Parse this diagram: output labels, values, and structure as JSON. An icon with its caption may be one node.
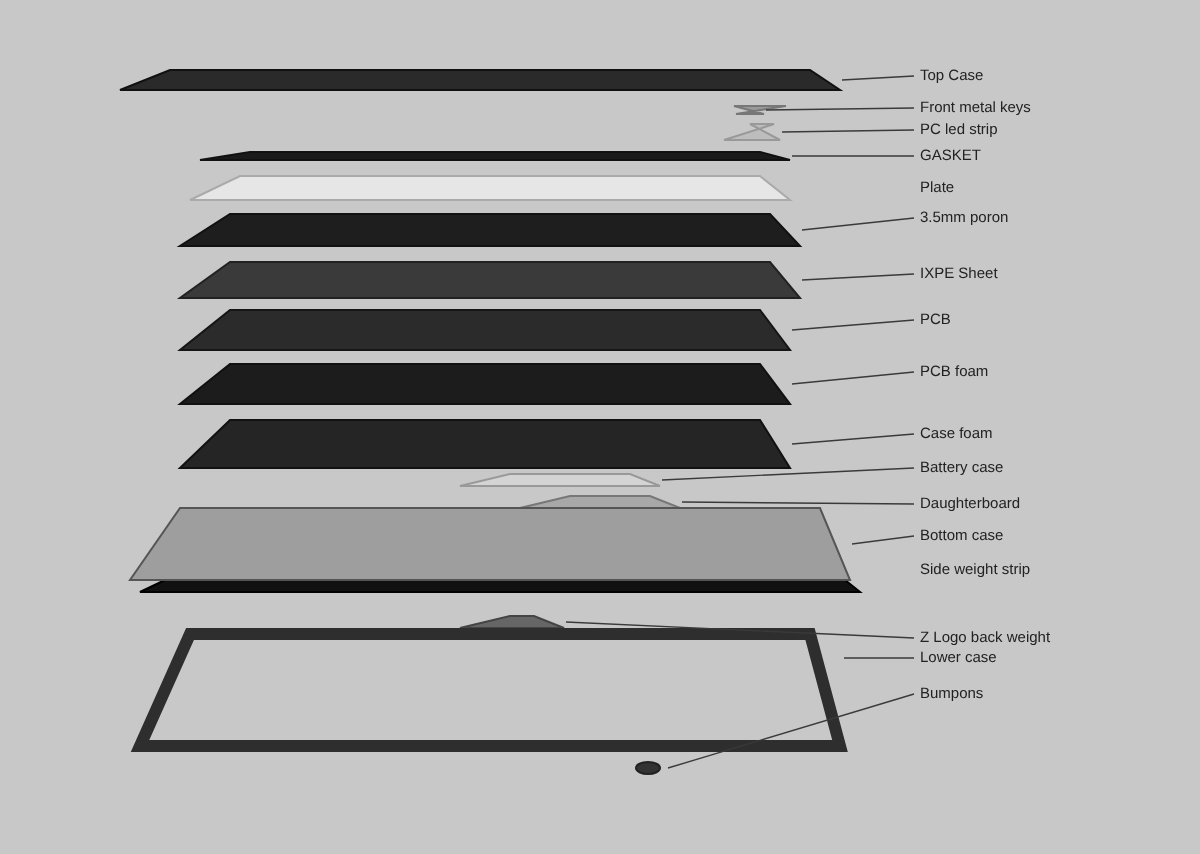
{
  "diagram": {
    "nodes": [
      {
        "text": [
          "Top Case"
        ]
      },
      {
        "text": [],
        "shape": "bar"
      },
      {
        "text": [
          "Front metal keys"
        ]
      },
      {
        "text": [],
        "shape": "bar"
      },
      {
        "text": [
          "PC led strip"
        ]
      },
      {
        "text": [],
        "shape": "bar"
      },
      {
        "text": [
          "GASKET"
        ]
      },
      {
        "text": [],
        "shape": "bar"
      },
      {
        "text": [
          "3.5mm poron"
        ]
      },
      {
        "text": [],
        "shape": "bar"
      },
      {
        "text": [
          "IXPE Sheet"
        ]
      },
      {
        "text": [],
        "shape": "bar"
      },
      {
        "text": [
          "PCB"
        ]
      },
      {
        "text": [],
        "shape": "bar"
      },
      {
        "text": [
          "PCB foam"
        ]
      },
      {
        "text": [],
        "shape": "bar"
      },
      {
        "text": [
          "Case foam"
        ]
      },
      {
        "text": [],
        "shape": "bar"
      },
      {
        "text": [
          "Battery case"
        ]
      },
      {
        "text": [],
        "shape": "bar"
      },
      {
        "text": [
          "Daughterboard"
        ]
      },
      {
        "text": [],
        "shape": "bar"
      },
      {
        "text": [
          "Bottom case"
        ]
      },
      {
        "text": [],
        "shape": "bar"
      },
      {
        "text": [
          "Z Logo back weight"
        ]
      },
      {
        "text": [],
        "shape": "bar"
      },
      {
        "text": [
          "Lower case"
        ]
      },
      {
        "text": [],
        "shape": "box"
      },
      {
        "text": [
          "Bumpons"
        ]
      },
      {
        "text": [],
        "shape": "circle"
      }
    ],
    "edges": [
      {
        "from": 0,
        "to": 1,
        "arrow": "none"
      },
      {
        "from": 2,
        "to": 3,
        "arrow": "none"
      },
      {
        "from": 4,
        "to": 5,
        "arrow": "none"
      },
      {
        "from": 6,
        "to": 7,
        "arrow": "none"
      },
      {
        "from": 8,
        "to": 9,
        "arrow": "none"
      },
      {
        "from": 10,
        "to": 11,
        "arrow": "none"
      },
      {
        "from": 12,
        "to": 13,
        "arrow": "none"
      },
      {
        "from": 14,
        "to": 15,
        "arrow": "none"
      },
      {
        "from": 16,
        "to": 17,
        "arrow": "none"
      },
      {
        "from": 18,
        "to": 19,
        "arrow": "none"
      },
      {
        "from": 20,
        "to": 21,
        "arrow": "none"
      },
      {
        "from": 22,
        "to": 23,
        "arrow": "none"
      },
      {
        "from": 24,
        "to": 25,
        "arrow": "none"
      },
      {
        "from": 26,
        "to": 27,
        "arrow": "none"
      },
      {
        "from": 28,
        "to": 29,
        "arrow": "none"
      }
    ],
    "labels": [
      "Plate",
      "Side weight strip"
    ]
  }
}
